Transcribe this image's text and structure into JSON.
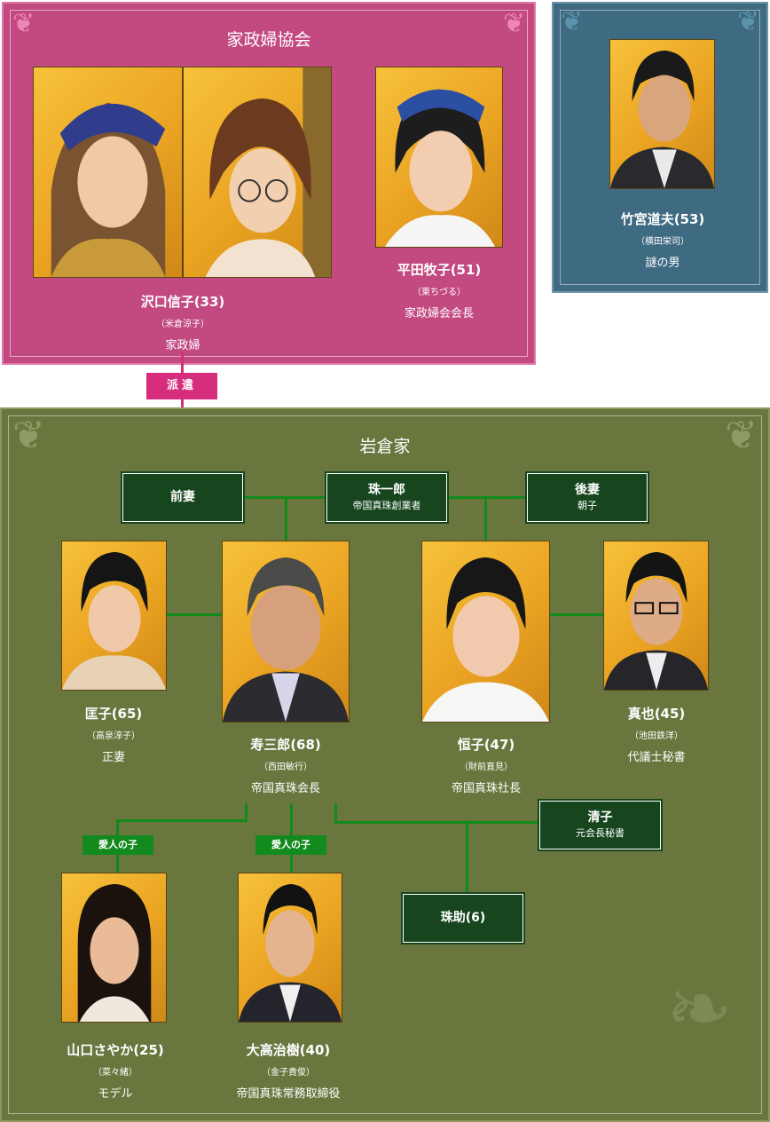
{
  "agency": {
    "title": "家政婦協会",
    "nobuko": {
      "name": "沢口信子(33)",
      "actor": "（米倉涼子）",
      "role": "家政婦"
    },
    "makiko": {
      "name": "平田牧子(51)",
      "actor": "（東ちづる）",
      "role": "家政婦会会長"
    }
  },
  "mystery": {
    "name": "竹宮道夫(53)",
    "actor": "（横田栄司）",
    "role": "謎の男"
  },
  "dispatch_label": "派遣",
  "family": {
    "title": "岩倉家",
    "former_wife": {
      "name": "前妻"
    },
    "shuichiro": {
      "name": "珠一郎",
      "sub": "帝国真珠創業者"
    },
    "second_wife": {
      "name": "後妻",
      "sub": "朝子"
    },
    "masako": {
      "name": "匡子(65)",
      "actor": "（高泉淳子）",
      "role": "正妻"
    },
    "jusaburo": {
      "name": "寿三郎(68)",
      "actor": "（西田敏行）",
      "role": "帝国真珠会長"
    },
    "tsuneko": {
      "name": "恒子(47)",
      "actor": "（財前直見）",
      "role": "帝国真珠社長"
    },
    "shinya": {
      "name": "真也(45)",
      "actor": "（池田鉄洋）",
      "role": "代議士秘書"
    },
    "kiyoko": {
      "name": "清子",
      "sub": "元会長秘書"
    },
    "shusuke": {
      "name": "珠助(6)"
    },
    "mistress_child_1": "愛人の子",
    "mistress_child_2": "愛人の子",
    "sayaka": {
      "name": "山口さやか(25)",
      "actor": "（菜々緒）",
      "role": "モデル"
    },
    "haruki": {
      "name": "大高治樹(40)",
      "actor": "（金子貴俊）",
      "role": "帝国真珠常務取締役"
    }
  }
}
